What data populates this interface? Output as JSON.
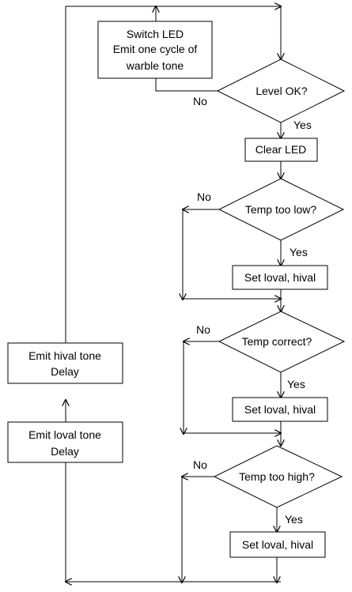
{
  "flowchart": {
    "switch_led_box": [
      "Switch LED",
      "Emit one cycle of",
      "warble tone"
    ],
    "level_ok": "Level OK?",
    "level_no": "No",
    "level_yes": "Yes",
    "clear_led": "Clear  LED",
    "temp_low": "Temp too low?",
    "temp_low_no": "No",
    "temp_low_yes": "Yes",
    "set_1": "Set loval, hival",
    "temp_correct": "Temp correct?",
    "temp_correct_no": "No",
    "temp_correct_yes": "Yes",
    "set_2": "Set loval, hival",
    "temp_high": "Temp too high?",
    "temp_high_no": "No",
    "temp_high_yes": "Yes",
    "set_3": "Set loval, hival",
    "emit_hival": [
      "Emit hival tone",
      "Delay"
    ],
    "emit_loval": [
      "Emit loval tone",
      "Delay"
    ]
  }
}
